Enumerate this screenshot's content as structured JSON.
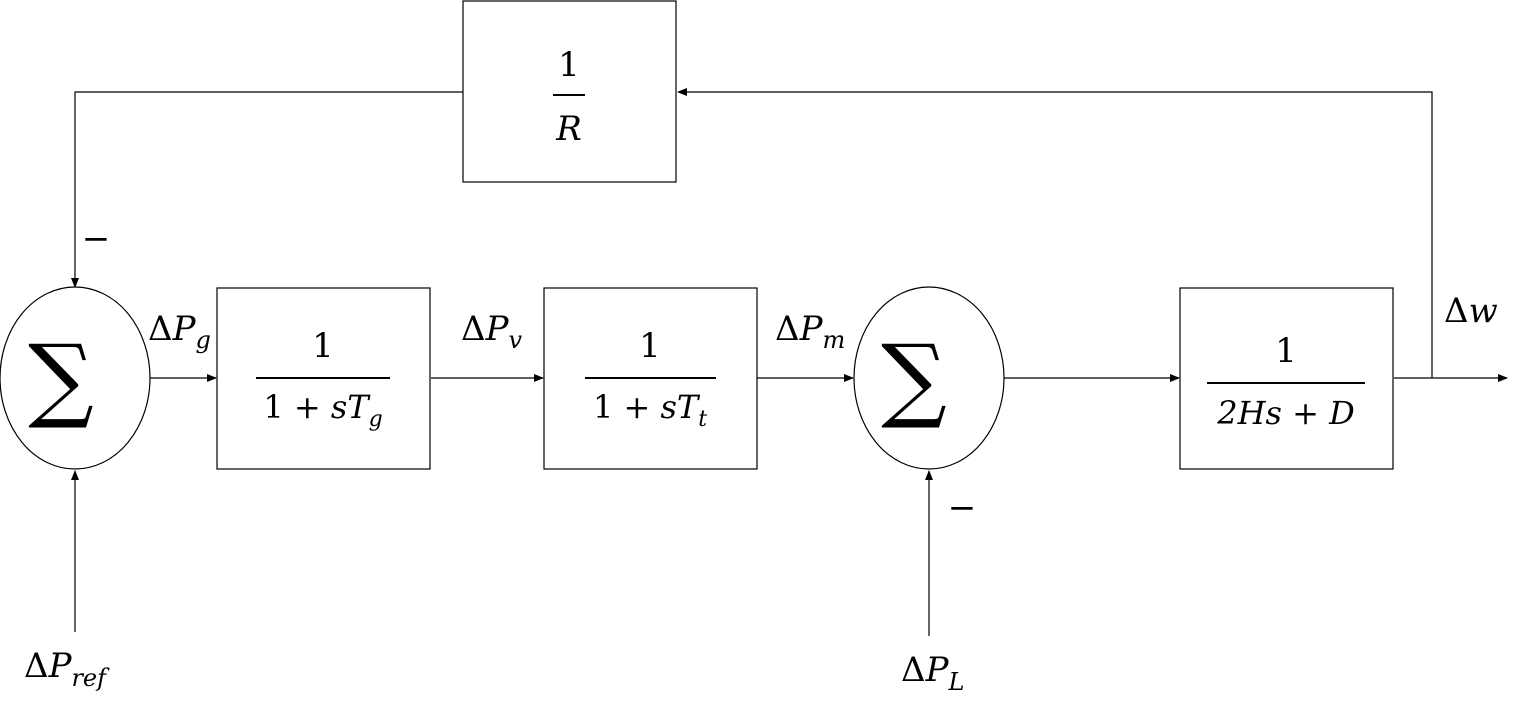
{
  "diagram": {
    "gain_R": {
      "numerator": "1",
      "denominator": "R"
    },
    "governor": {
      "numerator": "1",
      "den_prefix": "1 + ",
      "den_var": "sT",
      "den_sub": "g"
    },
    "turbine": {
      "numerator": "1",
      "den_prefix": "1 + ",
      "den_var": "sT",
      "den_sub": "t"
    },
    "rotor": {
      "numerator": "1",
      "denominator": "2Hs + D"
    },
    "summers": {
      "symbol": "∑",
      "minus_sign": "−"
    },
    "signals": {
      "delta": "Δ",
      "P_g": {
        "base": "P",
        "sub": "g"
      },
      "P_v": {
        "base": "P",
        "sub": "v"
      },
      "P_m": {
        "base": "P",
        "sub": "m"
      },
      "P_ref": {
        "base": "P",
        "sub": "ref"
      },
      "P_L": {
        "base": "P",
        "sub": "L"
      },
      "w": {
        "base": "w"
      }
    }
  }
}
